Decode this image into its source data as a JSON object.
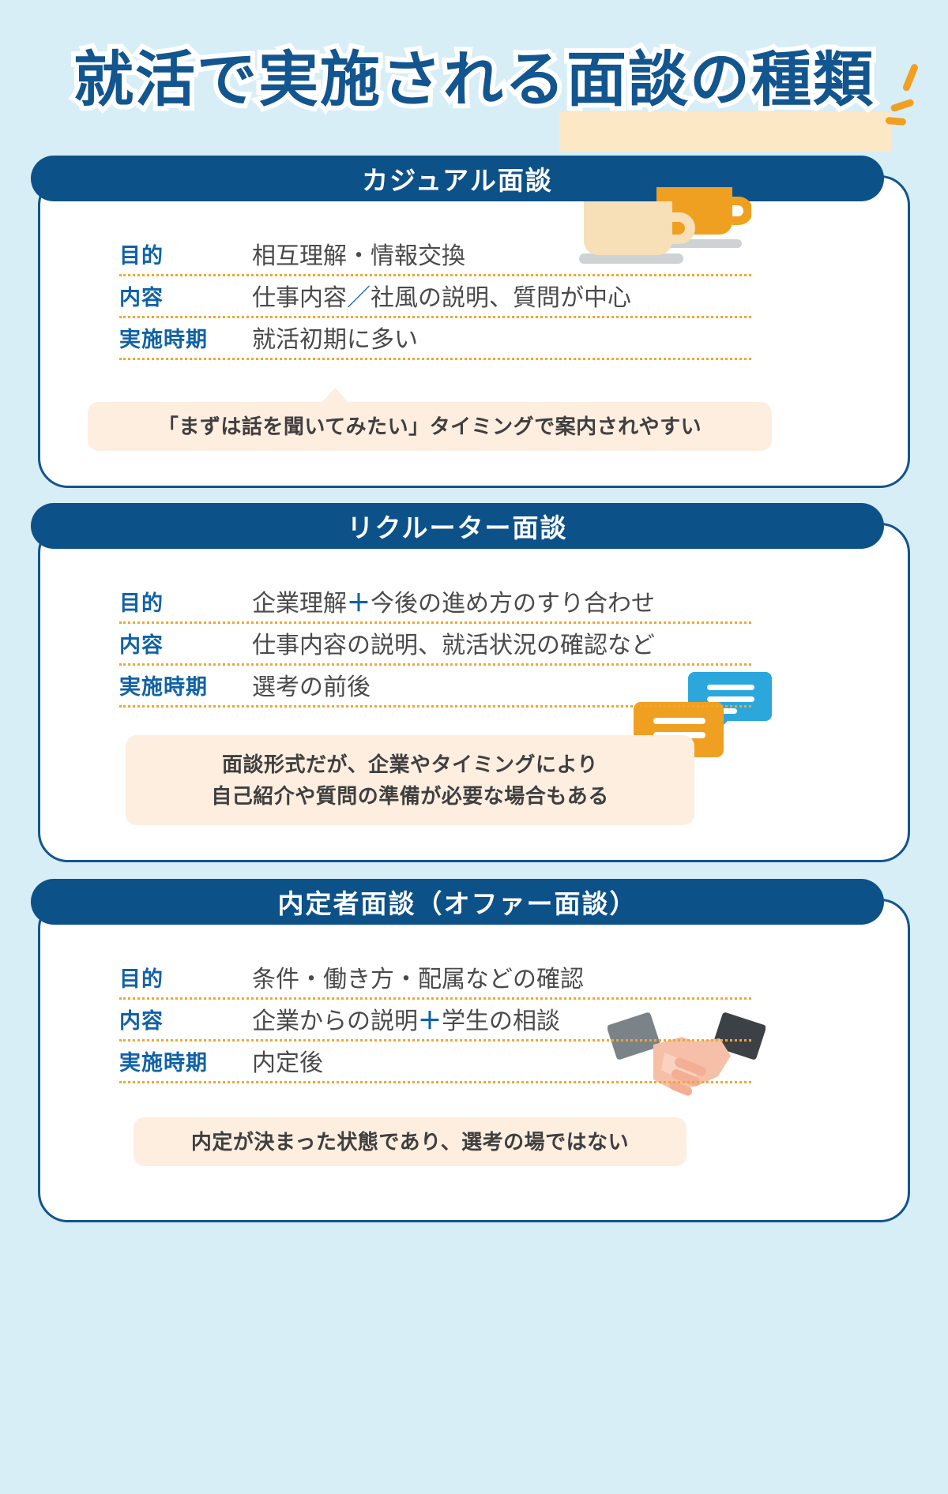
{
  "page": {
    "title": "就活で実施される面談の種類",
    "bg_color": "#d8eef7",
    "accent_blue": "#0d5189",
    "accent_orange": "#eda92d",
    "callout_bg": "#fdeee0"
  },
  "cards": [
    {
      "header": "カジュアル面談",
      "rows": [
        {
          "label": "目的",
          "value": "相互理解・情報交換"
        },
        {
          "label": "内容",
          "value": "仕事内容／社風の説明、質問が中心"
        },
        {
          "label": "実施時期",
          "value": "就活初期に多い"
        }
      ],
      "callout": "「まずは話を聞いてみたい」タイミングで案内されやすい",
      "icon": "coffee-cups-icon"
    },
    {
      "header": "リクルーター面談",
      "rows": [
        {
          "label": "目的",
          "value": "企業理解＋今後の進め方のすり合わせ"
        },
        {
          "label": "内容",
          "value": "仕事内容の説明、就活状況の確認など"
        },
        {
          "label": "実施時期",
          "value": "選考の前後"
        }
      ],
      "callout_line1": "面談形式だが、企業やタイミングにより",
      "callout_line2": "自己紹介や質問の準備が必要な場合もある",
      "icon": "chat-bubbles-icon"
    },
    {
      "header": "内定者面談（オファー面談）",
      "rows": [
        {
          "label": "目的",
          "value": "条件・働き方・配属などの確認"
        },
        {
          "label": "内容",
          "value": "企業からの説明＋学生の相談"
        },
        {
          "label": "実施時期",
          "value": "内定後"
        }
      ],
      "callout": "内定が決まった状態であり、選考の場ではない",
      "icon": "handshake-icon"
    }
  ]
}
